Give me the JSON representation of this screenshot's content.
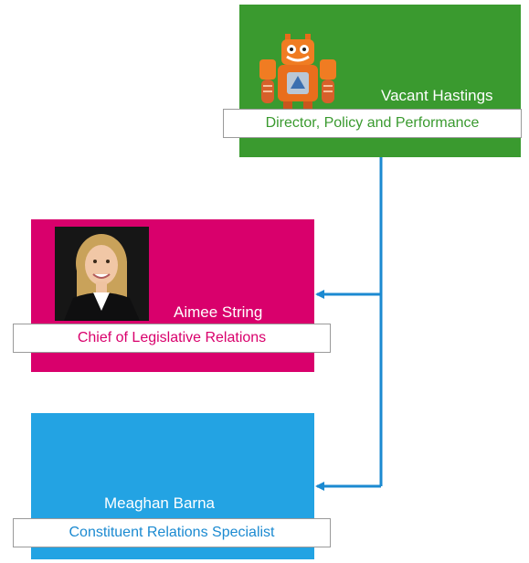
{
  "colors": {
    "director": "#3a9a2f",
    "legislative": "#d9006c",
    "constituent": "#23a3e3",
    "connector": "#1b8ad1"
  },
  "director": {
    "name": "Vacant Hastings",
    "title": "Director, Policy and Performance",
    "photo_icon": "robot-mascot-icon"
  },
  "reports": [
    {
      "name": "Aimee String",
      "title": "Chief of Legislative Relations",
      "photo_icon": "person-photo"
    },
    {
      "name": "Meaghan Barna",
      "title": "Constituent Relations Specialist"
    }
  ]
}
